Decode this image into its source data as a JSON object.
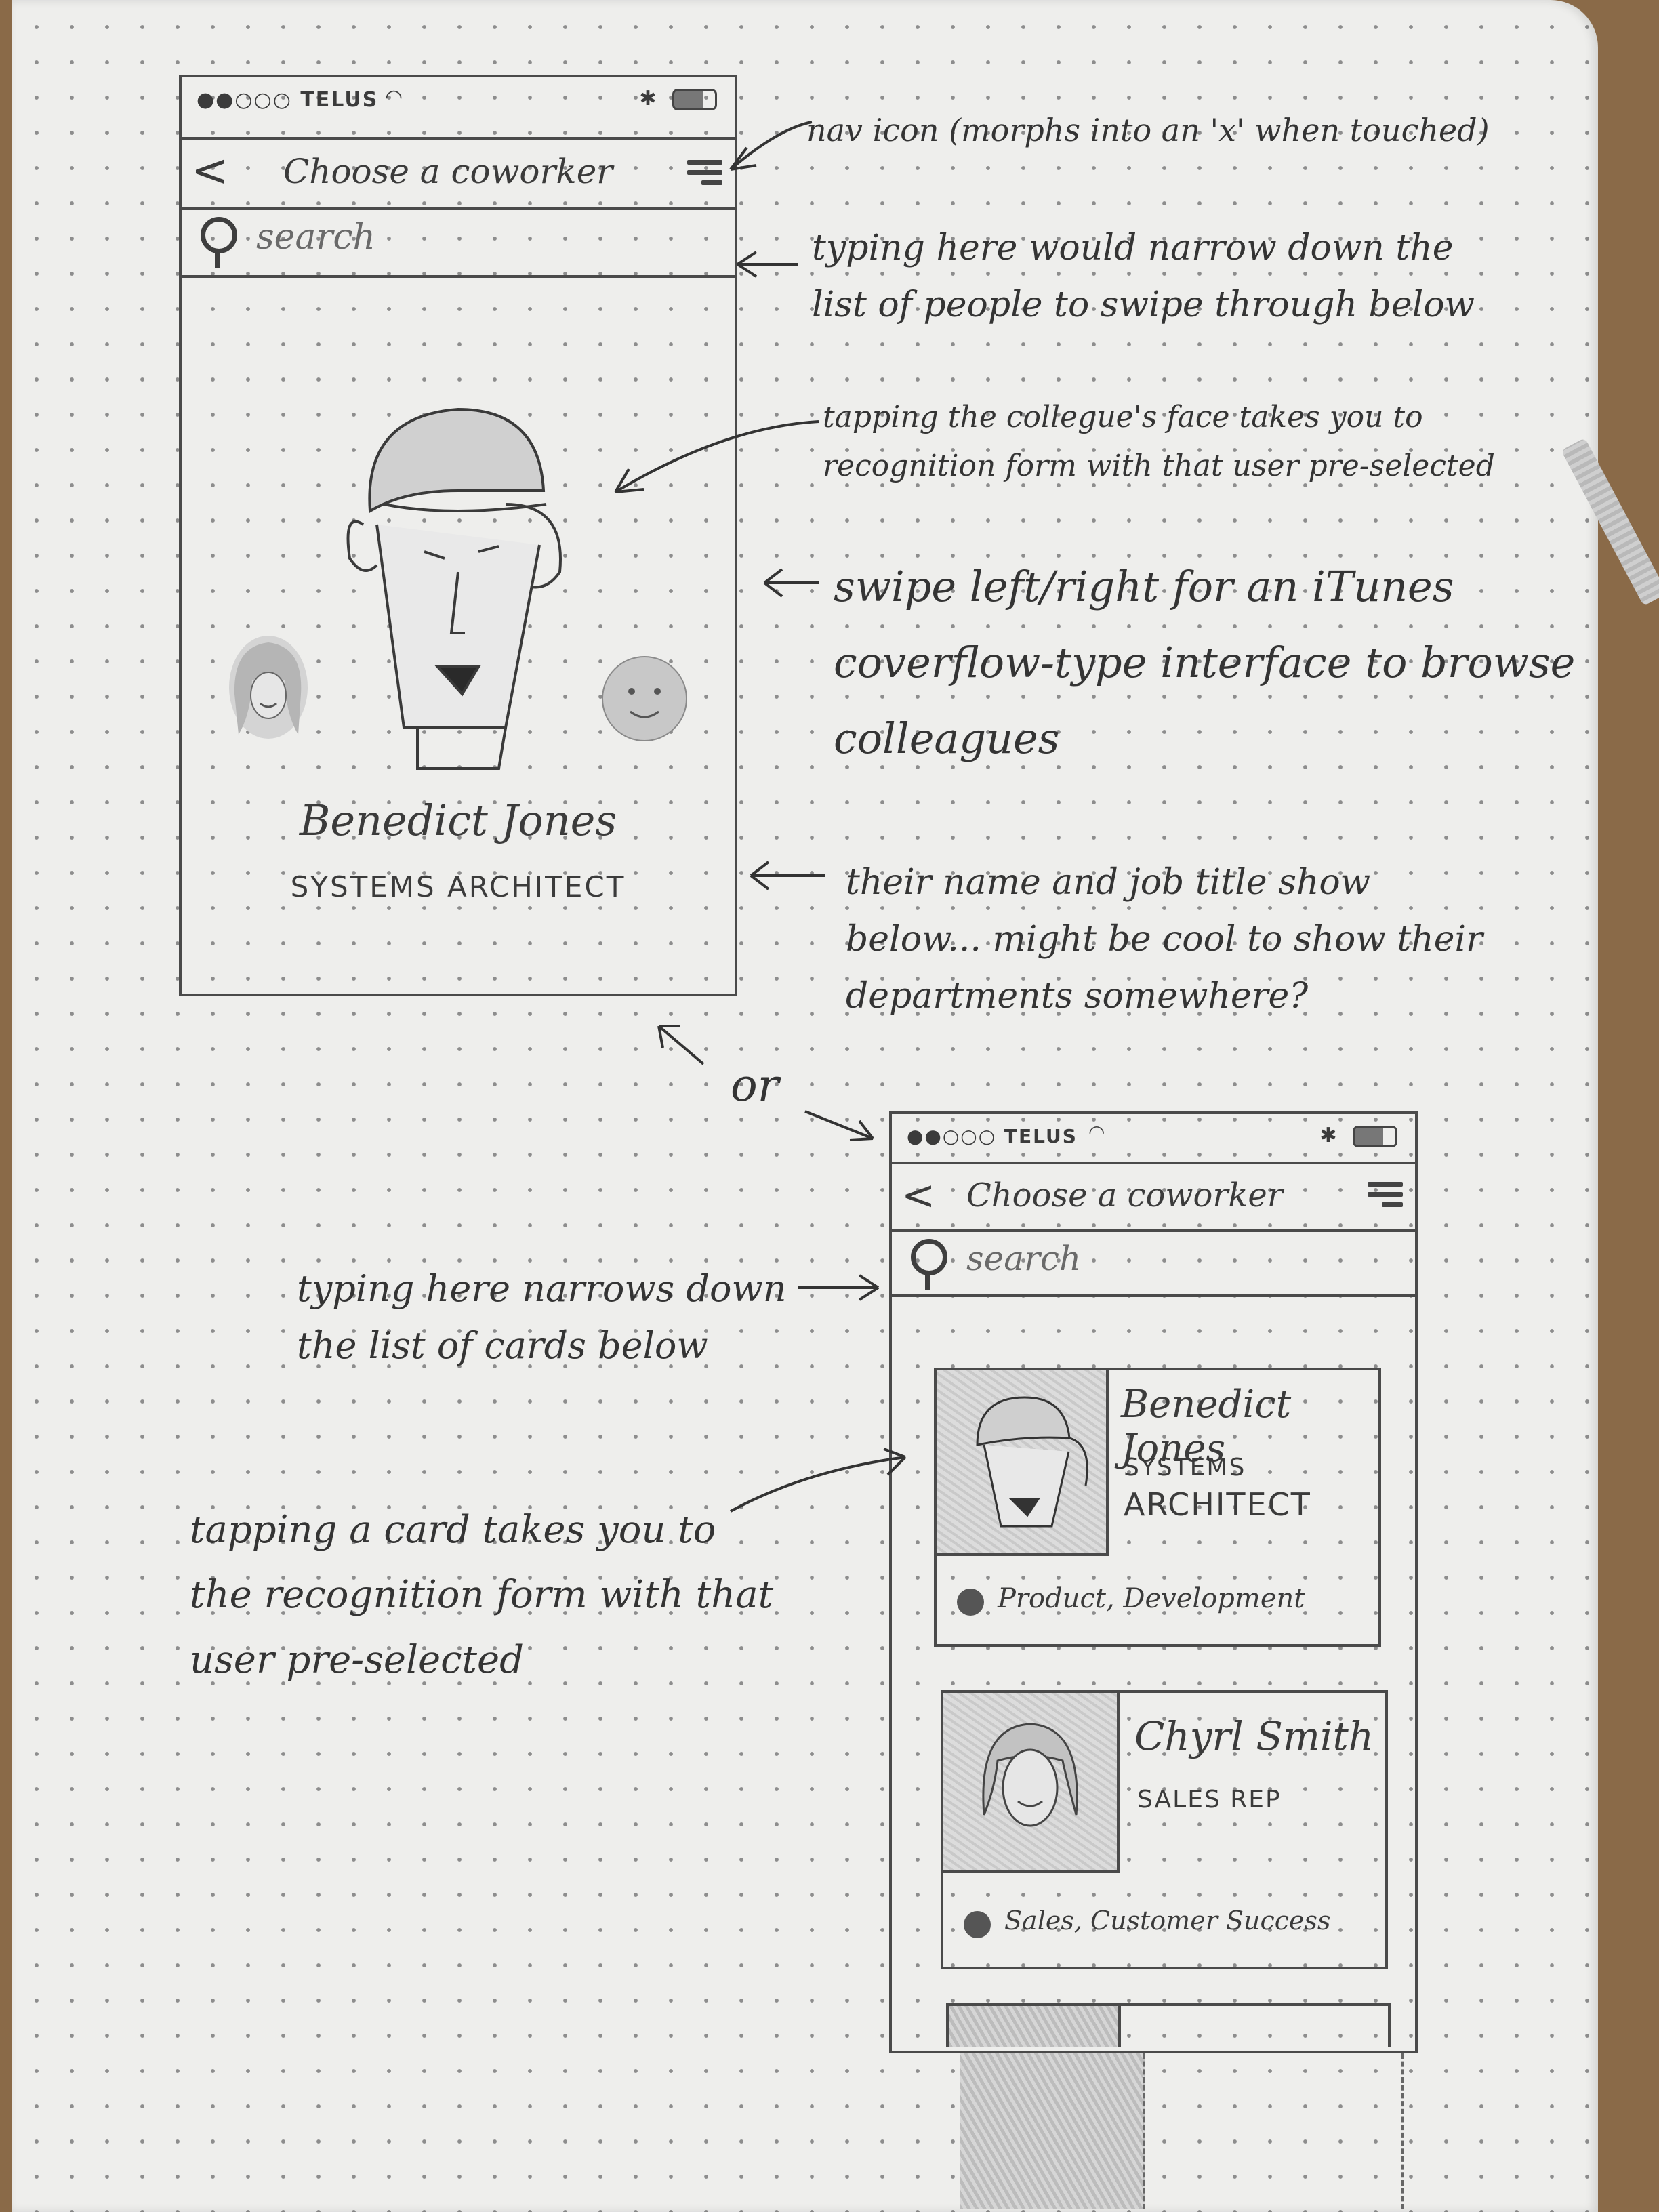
{
  "phone1": {
    "carrier": "●●○○○ TELUS",
    "nav_back": "<",
    "nav_title": "Choose a coworker",
    "search_placeholder": "search",
    "person_name": "Benedict Jones",
    "person_title": "SYSTEMS ARCHITECT"
  },
  "phone2": {
    "carrier": "●●○○○ TELUS",
    "nav_back": "<",
    "nav_title": "Choose a coworker",
    "search_placeholder": "search",
    "cards": [
      {
        "name": "Benedict Jones",
        "title_line1": "SYSTEMS",
        "title_line2": "ARCHITECT",
        "departments": "Product, Development"
      },
      {
        "name": "Chyrl Smith",
        "title_line1": "SALES REP",
        "title_line2": "",
        "departments": "Sales, Customer Success"
      }
    ]
  },
  "annotations": {
    "nav_icon": "nav icon (morphs into an 'x' when touched)",
    "search_1_line1": "typing here would narrow down the",
    "search_1_line2": "list of people to swipe through below",
    "face_line1": "tapping the collegue's face takes you to",
    "face_line2": "recognition form with that user pre-selected",
    "swipe_line1": "swipe left/right for an iTunes",
    "swipe_line2": "coverflow-type interface to browse",
    "swipe_line3": "colleagues",
    "name_line1": "their name and job title show",
    "name_line2": "below... might be cool to show their",
    "name_line3": "departments somewhere?",
    "or": "or",
    "search_2_line1": "typing here narrows down",
    "search_2_line2": "the list of cards below",
    "card_line1": "tapping a card takes you to",
    "card_line2": "the recognition form with that",
    "card_line3": "user pre-selected"
  },
  "icons": [
    "back-chevron-icon",
    "menu-icon",
    "search-icon",
    "wifi-icon",
    "bluetooth-icon",
    "battery-icon",
    "department-icon"
  ]
}
